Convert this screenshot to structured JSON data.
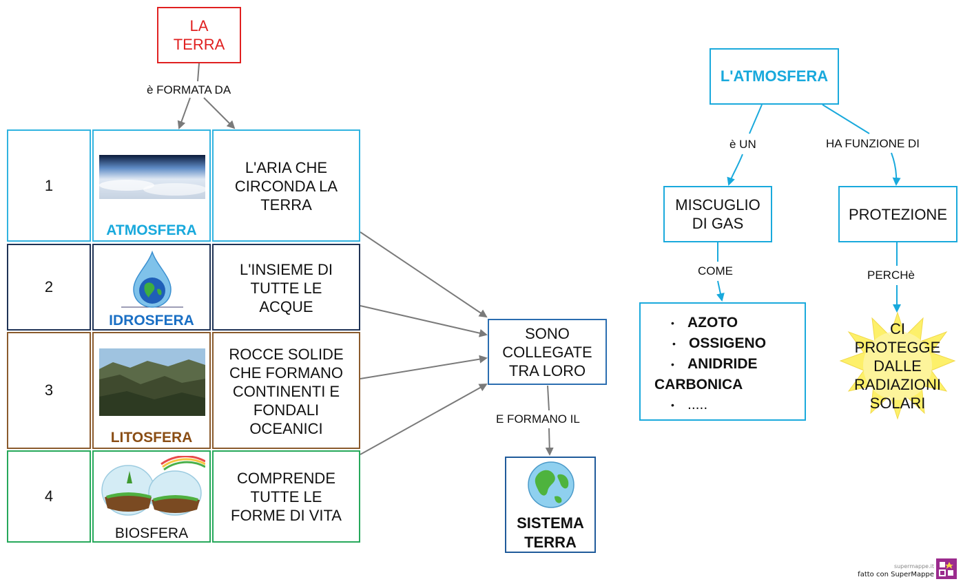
{
  "title": {
    "line1": "LA",
    "line2": "TERRA"
  },
  "edge_formata": "è FORMATA DA",
  "rows": [
    {
      "num": "1",
      "label": "ATMOSFERA",
      "label_color": "#19a9dc",
      "desc": [
        "L'ARIA CHE",
        "CIRCONDA LA",
        "TERRA"
      ],
      "border": "#30b3e0"
    },
    {
      "num": "2",
      "label": "IDROSFERA",
      "label_color": "#1a6fc4",
      "desc": [
        "L'INSIEME DI",
        "TUTTE LE",
        "ACQUE"
      ],
      "border": "#1f3356"
    },
    {
      "num": "3",
      "label": "LITOSFERA",
      "label_color": "#8a4d14",
      "desc": [
        "ROCCE SOLIDE",
        "CHE FORMANO",
        "CONTINENTI E",
        "FONDALI",
        "OCEANICI"
      ],
      "border": "#8a5a2c"
    },
    {
      "num": "4",
      "label": "BIOSFERA",
      "label_color": "#111111",
      "desc": [
        "COMPRENDE",
        "TUTTE LE",
        "FORME DI VITA"
      ],
      "border": "#25a85a"
    }
  ],
  "collegate": [
    "SONO",
    "COLLEGATE",
    "TRA LORO"
  ],
  "edge_formano": "E FORMANO IL",
  "sistema": [
    "SISTEMA",
    "TERRA"
  ],
  "atmo": {
    "title": "L'ATMOSFERA",
    "edge_un": "è UN",
    "edge_funzione": "HA FUNZIONE DI",
    "miscuglio": [
      "MISCUGLIO",
      "DI GAS"
    ],
    "protezione": "PROTEZIONE",
    "edge_come": "COME",
    "edge_perche": "PERCHè",
    "gas": [
      "AZOTO",
      "OSSIGENO",
      "ANIDRIDE",
      "CARBONICA",
      "....."
    ],
    "bullet": "•",
    "star_text": [
      "CI",
      "PROTEGGE",
      "DALLE",
      "RADIAZIONI",
      "SOLARI"
    ]
  },
  "footer": {
    "small": "supermappe.it",
    "main": "fatto con SuperMappe"
  },
  "colors": {
    "red": "#e02020",
    "cyan": "#19a9dc",
    "blue": "#2a6db0",
    "gray_arrow": "#7a7a7a",
    "star": "#fdf06a"
  }
}
